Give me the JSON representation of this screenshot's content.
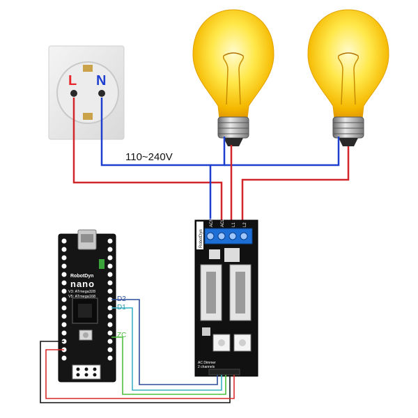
{
  "socket": {
    "live_label": "L",
    "neutral_label": "N",
    "live_color": "#e8262b",
    "neutral_color": "#1f3fd0"
  },
  "mains": {
    "voltage_label": "110~240V"
  },
  "wire_colors": {
    "live": "#d3262b",
    "neutral": "#1c3fcf",
    "d2": "#2a4d9a",
    "d1": "#39b3c6",
    "zc": "#4cbf3c",
    "gnd": "#111111",
    "vcc": "#d92a2a"
  },
  "arduino": {
    "brand": "RobotDyn",
    "model": "nano",
    "variant_v3": "V3: ATmega328",
    "variant_v5": "V5: ATmega168",
    "pin_d2": "D2",
    "pin_d1": "D1",
    "pin_zc": "ZC"
  },
  "dimmer": {
    "terminal_labels": [
      "ACN",
      "ACL",
      "L1",
      "L2"
    ],
    "side_label": "RobotDyn",
    "footer_line1": "AC Dimmer",
    "footer_line2": "2 channels"
  },
  "icons": [
    "power-socket-icon",
    "light-bulb-icon",
    "light-bulb-icon"
  ]
}
